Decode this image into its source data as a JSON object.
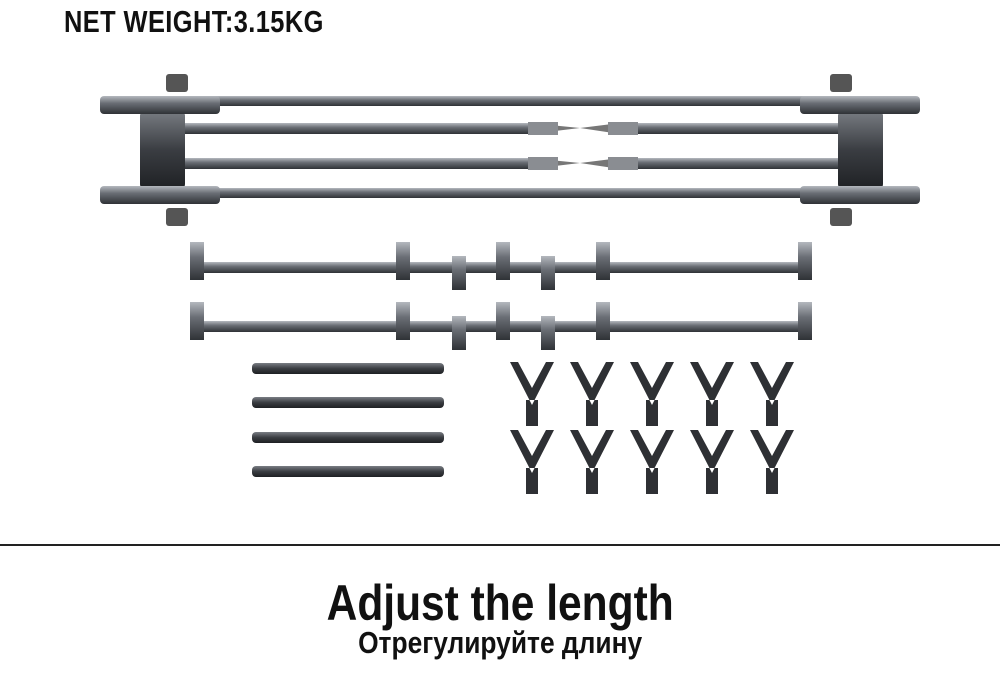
{
  "header": {
    "net_weight": "NET WEIGHT:3.15KG"
  },
  "footer": {
    "title": "Adjust the length",
    "subtitle": "Отрегулируйте длину"
  },
  "colors": {
    "metal": "#5a5d63",
    "metal_light": "#9a9ea5",
    "rest": "#2e3034",
    "text": "#111111"
  },
  "components": {
    "buzz_bars": 2,
    "bank_sticks": 4,
    "rod_rests": 10
  }
}
